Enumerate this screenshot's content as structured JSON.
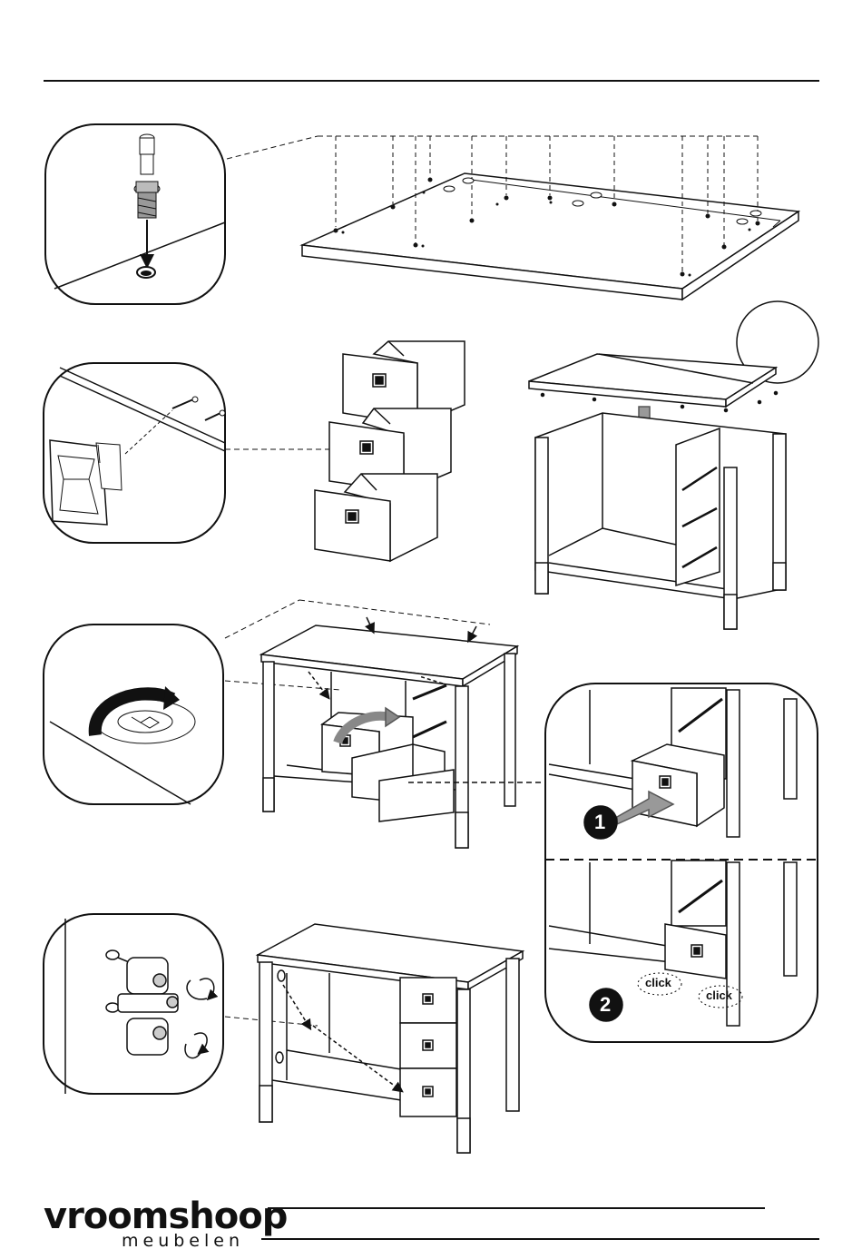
{
  "brand": {
    "name": "vroomshoop",
    "sub": "meubelen"
  },
  "detail_step": {
    "step1_number": "1",
    "step2_number": "2",
    "click_left": "click",
    "click_right": "click"
  },
  "icons": [
    "cam-bolt-icon",
    "drawer-handle-icon",
    "rotate-arrow-icon",
    "hinge-plate-icon",
    "insert-arrow-icon"
  ]
}
